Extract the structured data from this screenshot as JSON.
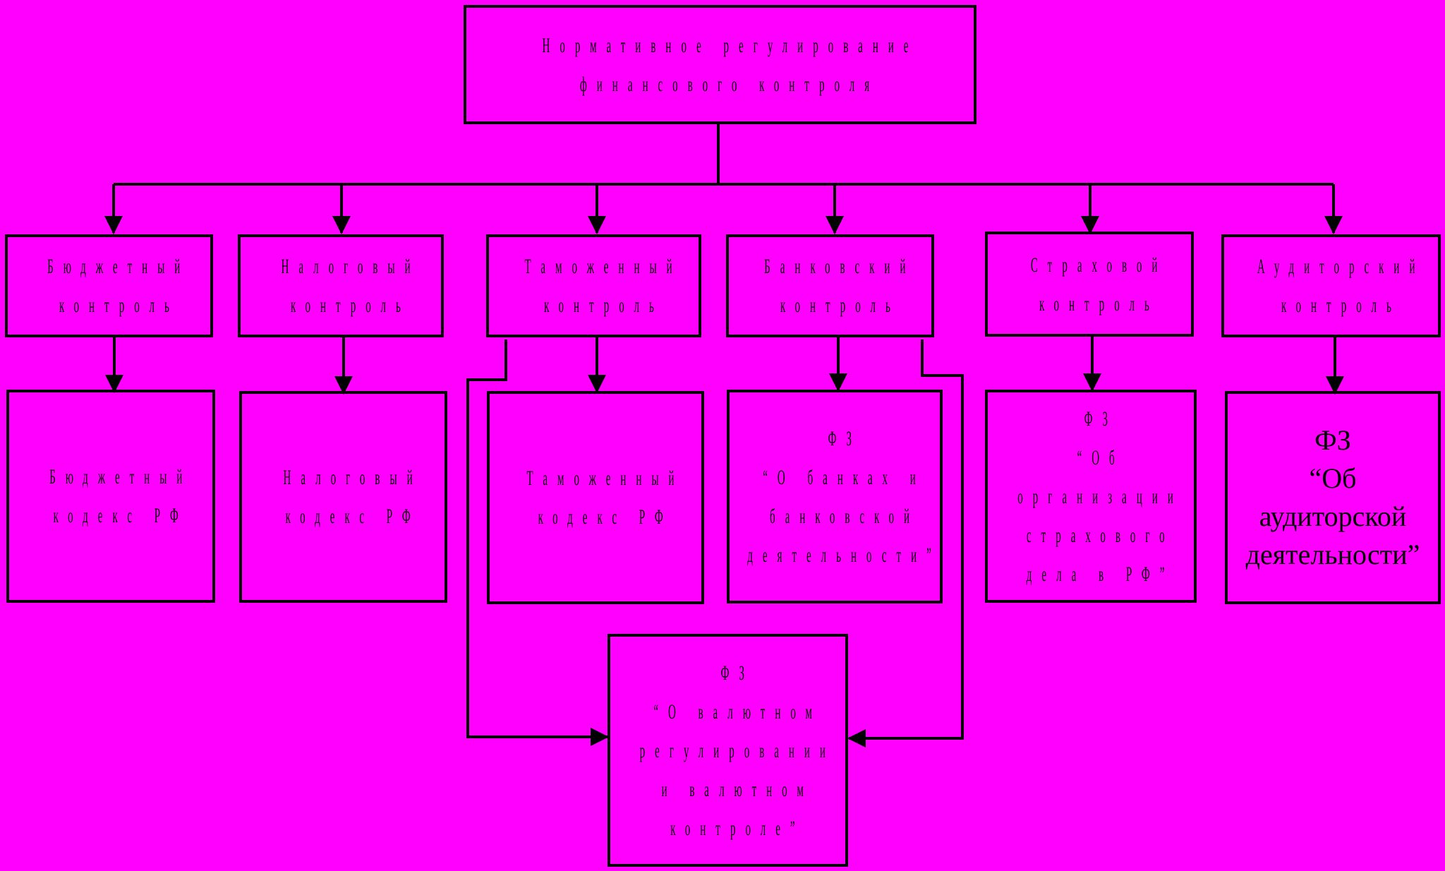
{
  "diagram": {
    "background": "#ff00ff",
    "stroke": "#000000",
    "root": {
      "lines": [
        "Нормативное регулирование",
        "финансового контроля"
      ]
    },
    "controls": [
      {
        "lines": [
          "Бюджетный",
          "контроль"
        ]
      },
      {
        "lines": [
          "Налоговый",
          "контроль"
        ]
      },
      {
        "lines": [
          "Таможенный",
          "контроль"
        ]
      },
      {
        "lines": [
          "Банковский",
          "контроль"
        ]
      },
      {
        "lines": [
          "Страховой",
          "контроль"
        ]
      },
      {
        "lines": [
          "Аудиторский",
          "контроль"
        ]
      }
    ],
    "laws": [
      {
        "lines": [
          "Бюджетный",
          "кодекс РФ"
        ]
      },
      {
        "lines": [
          "Налоговый",
          "кодекс РФ"
        ]
      },
      {
        "lines": [
          "Таможенный",
          "кодекс РФ"
        ]
      },
      {
        "lines": [
          "ФЗ",
          "“О банках и",
          "банковской",
          "деятельности”"
        ]
      },
      {
        "lines": [
          "ФЗ",
          "“Об",
          "организации",
          "страхового",
          "дела в РФ”"
        ]
      },
      {
        "lines": [
          "ФЗ",
          "“Об",
          "аудиторской",
          "деятельности”"
        ]
      }
    ],
    "currency_law": {
      "lines": [
        "ФЗ",
        "“О валютном",
        "регулировании",
        "и валютном",
        "контроле”"
      ]
    }
  }
}
